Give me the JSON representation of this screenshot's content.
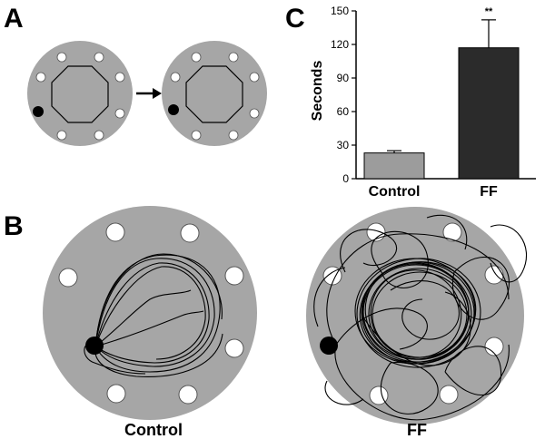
{
  "panels": {
    "a_label": "A",
    "b_label": "B",
    "c_label": "C"
  },
  "panel_b": {
    "control_label": "Control",
    "ff_label": "FF"
  },
  "colors": {
    "arena": "#a6a6a6",
    "hole": "#ffffff",
    "target": "#000000",
    "control_bar": "#9c9c9c",
    "ff_bar": "#2b2b2b"
  },
  "chart_data": {
    "type": "bar",
    "categories": [
      "Control",
      "FF"
    ],
    "values": [
      23,
      117
    ],
    "error_upper": [
      25,
      142
    ],
    "annotations": [
      "",
      "**"
    ],
    "ylabel": "Seconds",
    "ylim": [
      0,
      150
    ],
    "yticks": [
      "0",
      "30",
      "60",
      "90",
      "120",
      "150"
    ],
    "grid": false
  }
}
